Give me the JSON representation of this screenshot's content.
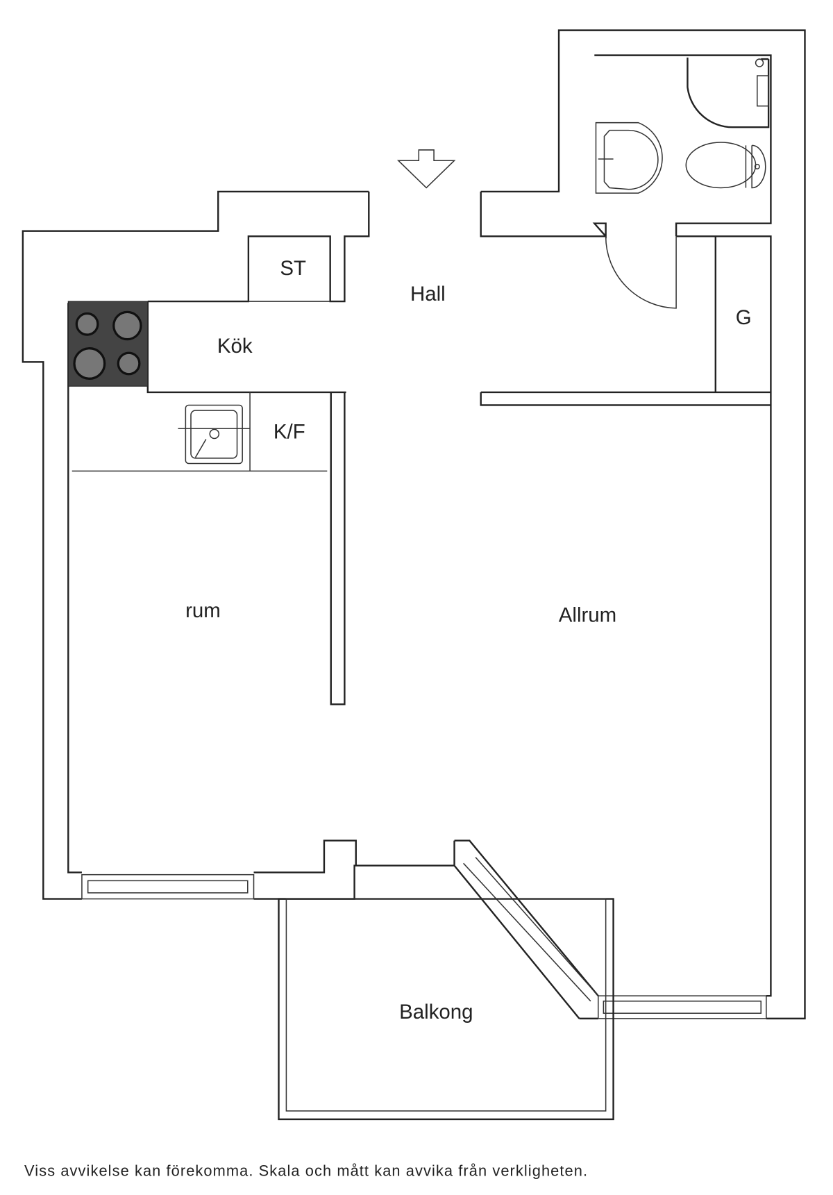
{
  "rooms": {
    "st": "ST",
    "hall": "Hall",
    "kok": "Kök",
    "kf": "K/F",
    "g": "G",
    "rum": "rum",
    "allrum": "Allrum",
    "balkong": "Balkong"
  },
  "footer": "Viss avvikelse kan förekomma. Skala och mått kan avvika från verkligheten.",
  "colors": {
    "line": "#222222",
    "stove": "#444444"
  }
}
